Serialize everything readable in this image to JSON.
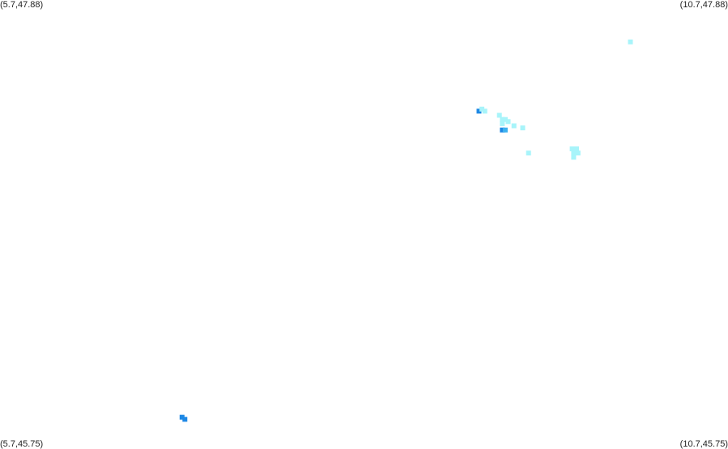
{
  "map": {
    "corners": {
      "top_left": "(5.7,47.88)",
      "top_right": "(10.7,47.88)",
      "bottom_left": "(5.7,45.75)",
      "bottom_right": "(10.7,45.75)"
    },
    "extent": {
      "lon_min": 5.7,
      "lon_max": 10.7,
      "lat_min": 45.75,
      "lat_max": 47.88
    },
    "colors": {
      "light": "#a8f4fa",
      "medium": "#3cb0ef",
      "dark": "#1e88e5"
    },
    "cells": [
      {
        "lon": 10.03,
        "lat": 47.68,
        "level": "light"
      },
      {
        "lon": 8.99,
        "lat": 47.35,
        "level": "dark"
      },
      {
        "lon": 9.01,
        "lat": 47.36,
        "level": "light"
      },
      {
        "lon": 9.03,
        "lat": 47.35,
        "level": "light"
      },
      {
        "lon": 9.13,
        "lat": 47.33,
        "level": "light"
      },
      {
        "lon": 9.15,
        "lat": 47.31,
        "level": "light"
      },
      {
        "lon": 9.17,
        "lat": 47.31,
        "level": "light"
      },
      {
        "lon": 9.19,
        "lat": 47.3,
        "level": "light"
      },
      {
        "lon": 9.15,
        "lat": 47.29,
        "level": "light"
      },
      {
        "lon": 9.23,
        "lat": 47.28,
        "level": "light"
      },
      {
        "lon": 9.15,
        "lat": 47.26,
        "level": "dark"
      },
      {
        "lon": 9.17,
        "lat": 47.26,
        "level": "medium"
      },
      {
        "lon": 9.29,
        "lat": 47.27,
        "level": "light"
      },
      {
        "lon": 9.63,
        "lat": 47.17,
        "level": "light"
      },
      {
        "lon": 9.66,
        "lat": 47.17,
        "level": "light"
      },
      {
        "lon": 9.64,
        "lat": 47.15,
        "level": "light"
      },
      {
        "lon": 9.67,
        "lat": 47.15,
        "level": "light"
      },
      {
        "lon": 9.64,
        "lat": 47.13,
        "level": "light"
      },
      {
        "lon": 9.33,
        "lat": 47.15,
        "level": "light"
      },
      {
        "lon": 6.95,
        "lat": 45.89,
        "level": "dark"
      },
      {
        "lon": 6.97,
        "lat": 45.88,
        "level": "dark"
      }
    ]
  }
}
